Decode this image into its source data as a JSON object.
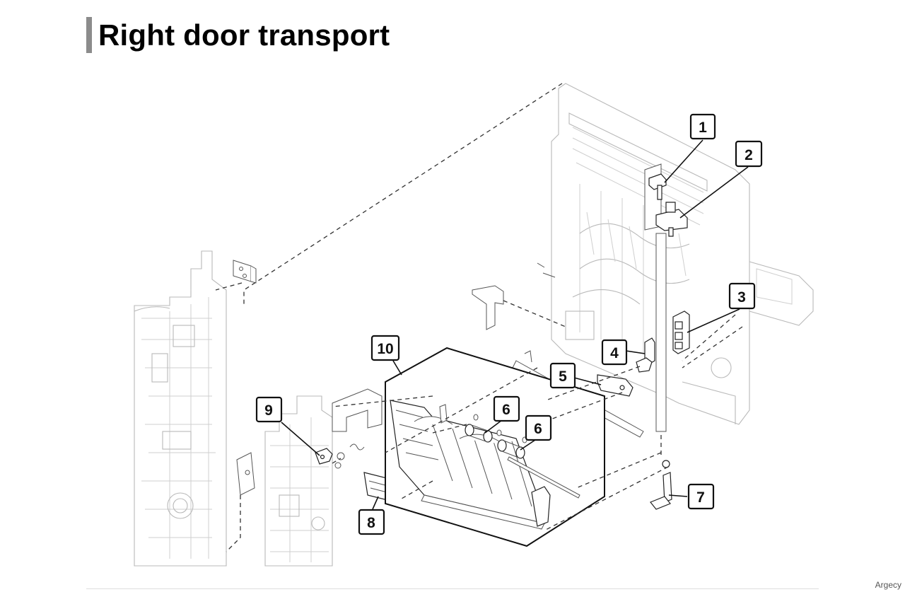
{
  "page": {
    "title": "Right door transport",
    "watermark": "Argecy"
  },
  "callouts": [
    {
      "id": "c1",
      "label": "1"
    },
    {
      "id": "c2",
      "label": "2"
    },
    {
      "id": "c3",
      "label": "3"
    },
    {
      "id": "c4",
      "label": "4"
    },
    {
      "id": "c5",
      "label": "5"
    },
    {
      "id": "c6a",
      "label": "6"
    },
    {
      "id": "c6b",
      "label": "6"
    },
    {
      "id": "c7",
      "label": "7"
    },
    {
      "id": "c8",
      "label": "8"
    },
    {
      "id": "c9",
      "label": "9"
    },
    {
      "id": "c10",
      "label": "10"
    }
  ]
}
